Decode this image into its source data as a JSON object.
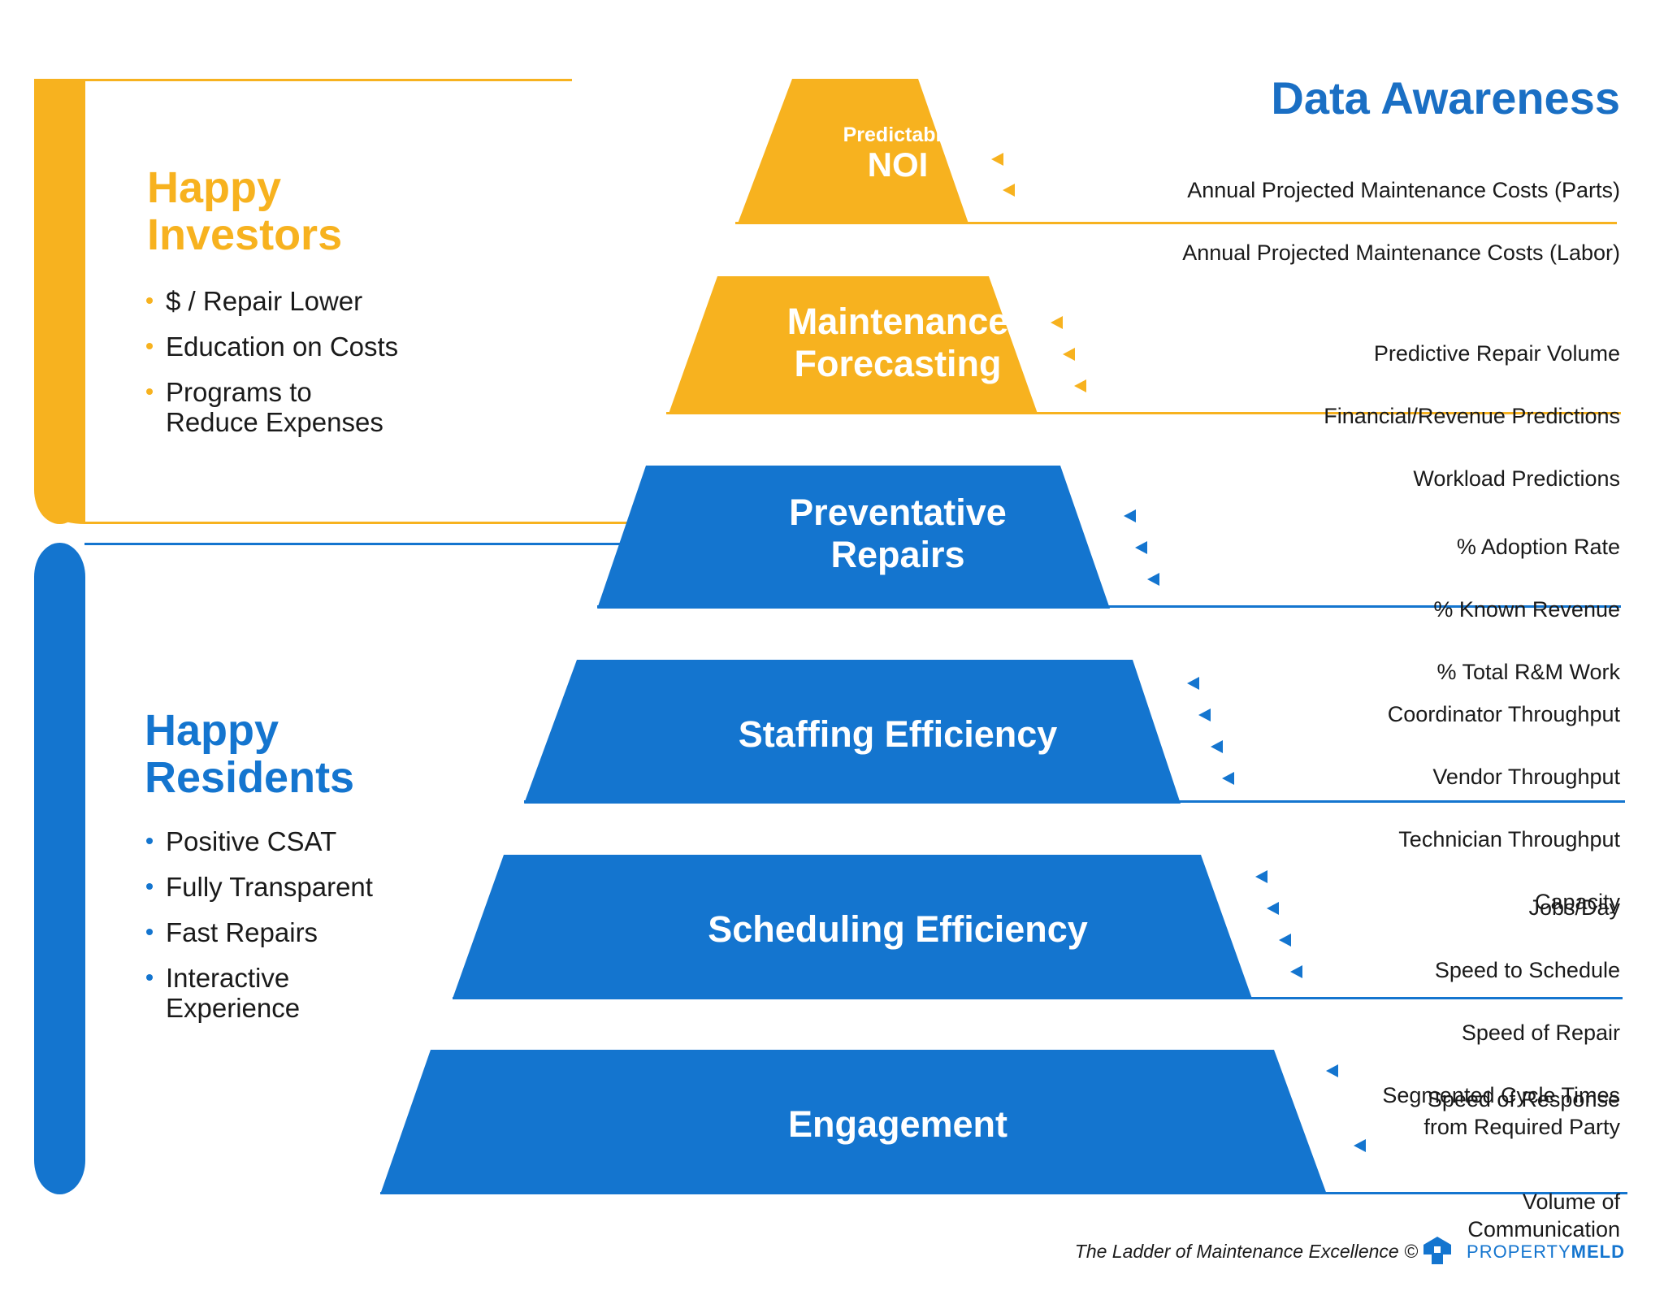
{
  "header": {
    "title": "Data Awareness"
  },
  "groups": {
    "investors": {
      "title": "Happy\nInvestors",
      "bullets": [
        "$ / Repair Lower",
        "Education on Costs",
        "Programs to\nReduce Expenses"
      ]
    },
    "residents": {
      "title": "Happy\nResidents",
      "bullets": [
        "Positive CSAT",
        "Fully Transparent",
        "Fast Repairs",
        "Interactive\nExperience"
      ]
    }
  },
  "tiers": [
    {
      "small_label": "Predictable",
      "label": "NOI",
      "color": "#f7b21f",
      "metrics": [
        "Annual Projected Maintenance Costs (Parts)",
        "Annual Projected Maintenance Costs (Labor)"
      ]
    },
    {
      "label": "Maintenance\nForecasting",
      "color": "#f7b21f",
      "metrics": [
        "Predictive Repair Volume",
        "Financial/Revenue Predictions",
        "Workload Predictions"
      ]
    },
    {
      "label": "Preventative\nRepairs",
      "color": "#1475cf",
      "metrics": [
        "% Adoption Rate",
        "% Known Revenue",
        "% Total R&M Work"
      ]
    },
    {
      "label": "Staffing Efficiency",
      "color": "#1475cf",
      "metrics": [
        "Coordinator Throughput",
        "Vendor Throughput",
        "Technician Throughput",
        "Capacity"
      ]
    },
    {
      "label": "Scheduling Efficiency",
      "color": "#1475cf",
      "metrics": [
        "Jobs/Day",
        "Speed to Schedule",
        "Speed of Repair",
        "Segmented Cycle Times"
      ]
    },
    {
      "label": "Engagement",
      "color": "#1475cf",
      "metrics": [
        "Speed of Response\nfrom Required Party",
        "Volume of\nCommunication"
      ]
    }
  ],
  "footer": {
    "caption": "The Ladder of Maintenance Excellence ©",
    "brand_light": "PROPERTY",
    "brand_bold": "MELD"
  },
  "colors": {
    "orange": "#f7b21f",
    "blue": "#1475cf",
    "title_blue": "#1a6fc4"
  },
  "icons": [
    "arrow-left-icon",
    "propertymeld-logo-icon"
  ]
}
